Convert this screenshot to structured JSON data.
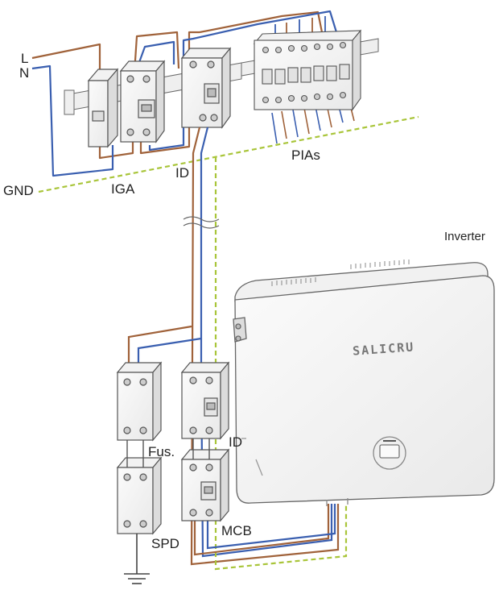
{
  "labels": {
    "line": "L",
    "neutral": "N",
    "ground": "GND",
    "iga": "IGA",
    "id_top": "ID",
    "pias": "PIAs",
    "inverter": "Inverter",
    "fuse": "Fus.",
    "id_bottom": "ID",
    "spd": "SPD",
    "mcb": "MCB",
    "brand": "SALICRU"
  },
  "colors": {
    "live": "#a0623a",
    "neutral": "#3a5fb0",
    "ground": "#a9c53a",
    "outline": "#555555",
    "fill": "#f7f7f7"
  }
}
